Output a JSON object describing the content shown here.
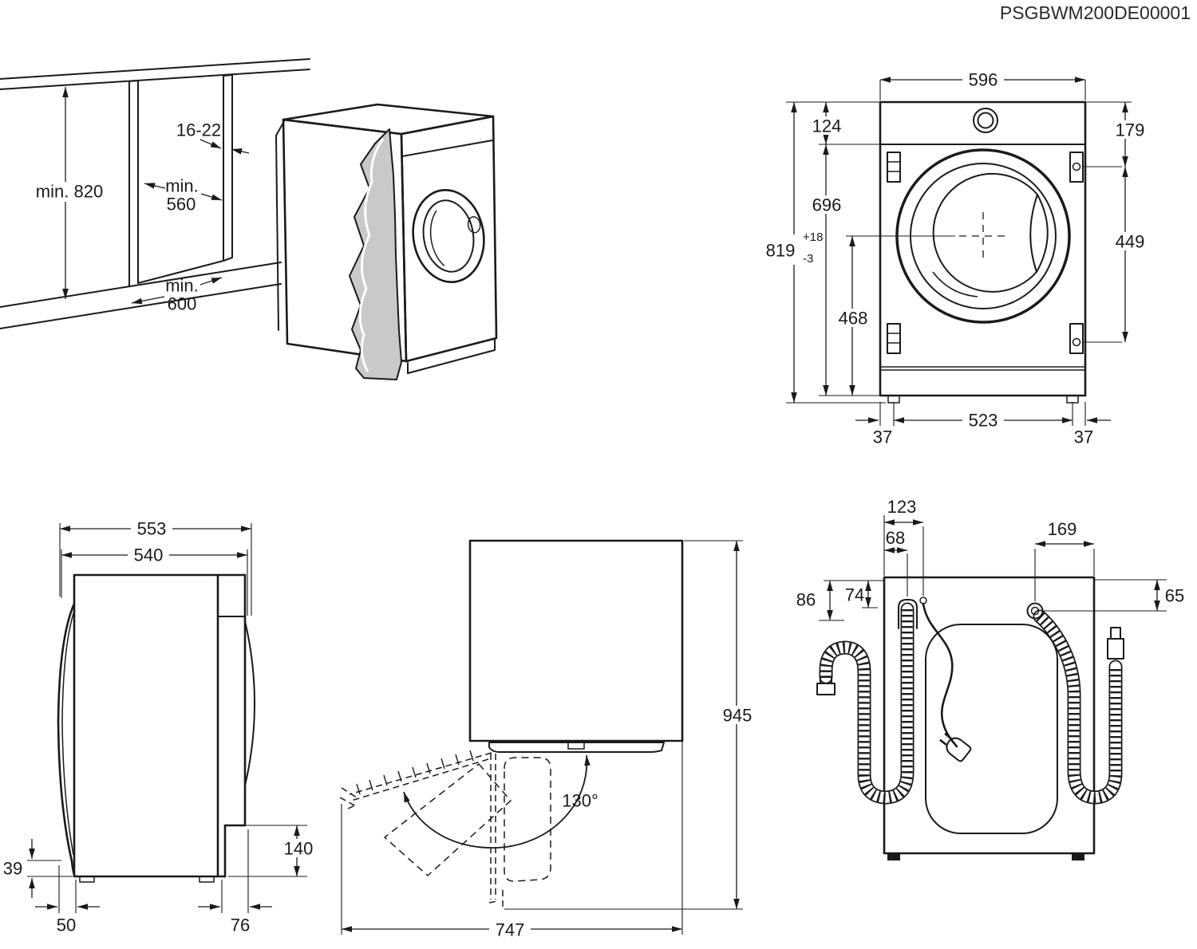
{
  "title": "PSGBWM200DE00001",
  "colors": {
    "line": "#1a1a1a",
    "panel_gray": "#c9c9c9",
    "background": "#ffffff"
  },
  "views": {
    "niche": {
      "height_min": "min. 820",
      "panel_thickness": "16-22",
      "depth_min_label": "min.",
      "depth_min_value": "560",
      "width_min_label": "min.",
      "width_min_value": "600"
    },
    "front": {
      "width": "596",
      "top_panel_height": "124",
      "screw_top_offset": "179",
      "inner_height": "696",
      "total_height": "819",
      "tolerance_plus": "+18",
      "tolerance_minus": "-3",
      "drum_center_height": "468",
      "screw_span": "449",
      "feet_span": "523",
      "foot_offset_left": "37",
      "foot_offset_right": "37"
    },
    "side": {
      "depth_total": "553",
      "depth_body": "540",
      "door_bottom_gap": "39",
      "plinth_height": "140",
      "front_offset": "50",
      "rear_offset": "76"
    },
    "door_swing": {
      "open_angle": "130°",
      "height_with_door": "945",
      "clearance_depth": "747"
    },
    "rear": {
      "drain_hose_offset": "123",
      "hose_hook_offset": "68",
      "inlet_hose_offset": "169",
      "drain_hose_drop": "86",
      "hose_hook_drop": "74",
      "inlet_hose_drop": "65"
    }
  }
}
